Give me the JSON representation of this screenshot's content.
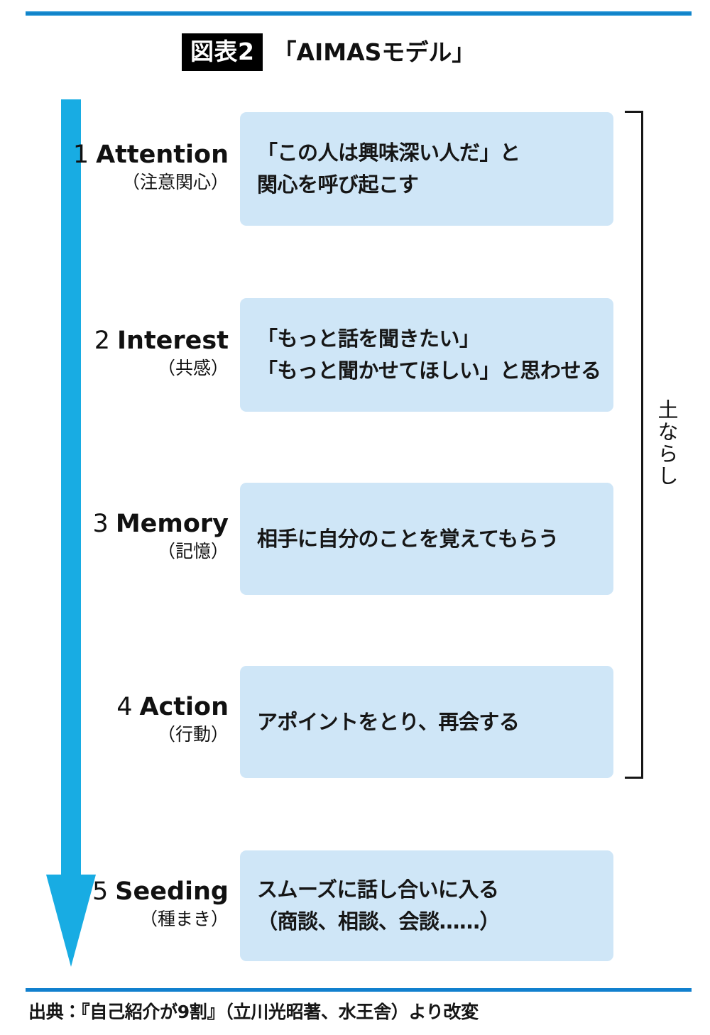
{
  "figure": {
    "badge": "図表2",
    "title": "「AIMASモデル」",
    "accent_color": "#1184cf",
    "box_color": "#cfe6f7",
    "arrow_color": "#18ace3"
  },
  "bracket": {
    "label": "土ならし",
    "covers_steps": [
      1,
      2,
      3,
      4
    ]
  },
  "steps": [
    {
      "num": "1",
      "en": "Attention",
      "jp": "（注意関心）",
      "lines": [
        "「この人は興味深い人だ」と",
        "関心を呼び起こす"
      ]
    },
    {
      "num": "2",
      "en": "Interest",
      "jp": "（共感）",
      "lines": [
        "「もっと話を聞きたい」",
        "「もっと聞かせてほしい」と思わせる"
      ]
    },
    {
      "num": "3",
      "en": "Memory",
      "jp": "（記憶）",
      "lines": [
        "相手に自分のことを覚えてもらう"
      ]
    },
    {
      "num": "4",
      "en": "Action",
      "jp": "（行動）",
      "lines": [
        "アポイントをとり、再会する"
      ]
    },
    {
      "num": "5",
      "en": "Seeding",
      "jp": "（種まき）",
      "lines": [
        "スムーズに話し合いに入る",
        "（商談、相談、会談……）"
      ]
    }
  ],
  "footer": {
    "source": "出典：『自己紹介が9割』（立川光昭著、水王舎）より改変"
  }
}
